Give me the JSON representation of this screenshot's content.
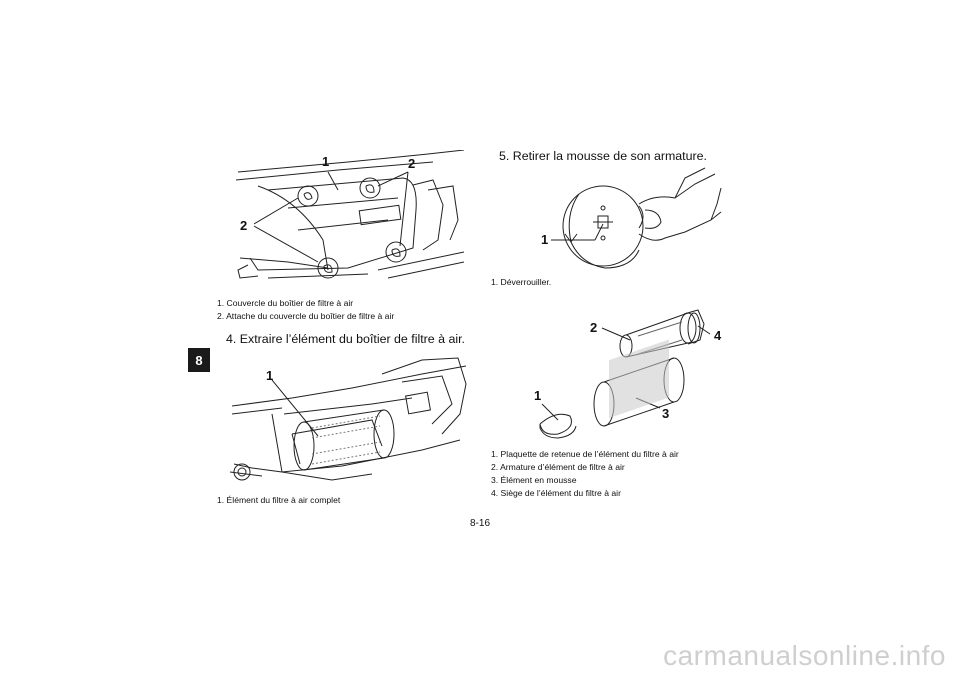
{
  "section_tab": "8",
  "figure1": {
    "callouts": [
      "1",
      "2",
      "2"
    ],
    "captions": [
      "1.  Couvercle du boîtier de filtre à air",
      "2.  Attache du couvercle du boîtier de filtre à air"
    ]
  },
  "step4": "4.  Extraire l’élément du boîtier de filtre à air.",
  "figure2": {
    "callouts": [
      "1"
    ],
    "captions": [
      "1.  Élément du filtre à air complet"
    ]
  },
  "step5": "5.  Retirer la mousse de son armature.",
  "figure3": {
    "callouts": [
      "1"
    ],
    "captions": [
      "1.  Déverrouiller."
    ]
  },
  "figure4": {
    "callouts": [
      "1",
      "2",
      "3",
      "4"
    ],
    "captions": [
      "1.  Plaquette de retenue de l’élément du filtre à air",
      "2.  Armature d’élément de filtre à air",
      "3.  Élément en mousse",
      "4.  Siège de l’élément du filtre à air"
    ]
  },
  "page_number": "8-16",
  "watermark": "carmanualsonline.info"
}
